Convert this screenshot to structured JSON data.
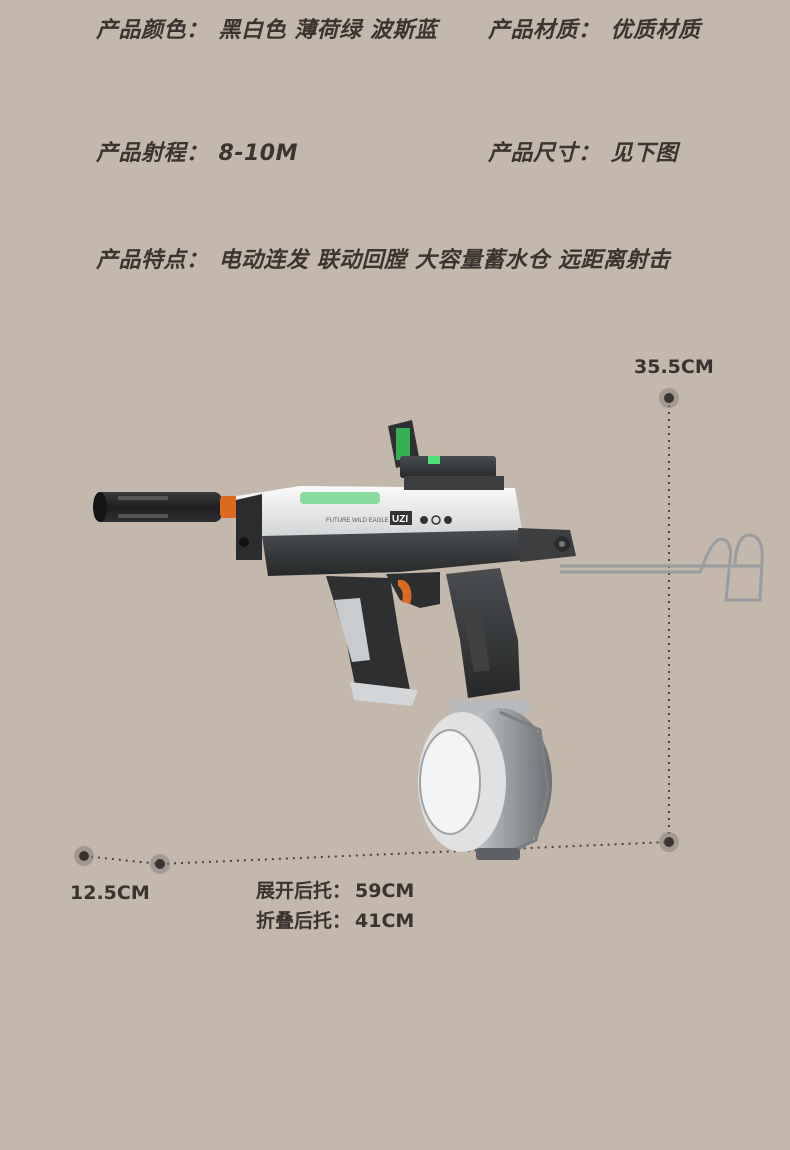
{
  "specs": {
    "color": {
      "label": "产品颜色：",
      "value": "黑白色  薄荷绿  波斯蓝"
    },
    "material": {
      "label": "产品材质：",
      "value": "优质材质"
    },
    "range": {
      "label": "产品射程：",
      "value": "8-10M"
    },
    "size": {
      "label": "产品尺寸：",
      "value": "见下图"
    },
    "features": {
      "label": "产品特点：",
      "value": "电动连发  联动回膛  大容量蓄水仓  远距离射击"
    }
  },
  "dimensions": {
    "height": "35.5CM",
    "width": "12.5CM",
    "stock_extended": {
      "label": "展开后托：",
      "value": "59CM"
    },
    "stock_folded": {
      "label": "折叠后托：",
      "value": "41CM"
    }
  },
  "product": {
    "model_badge": "UZI",
    "side_text": "FUTURE WILD EAGLE"
  }
}
